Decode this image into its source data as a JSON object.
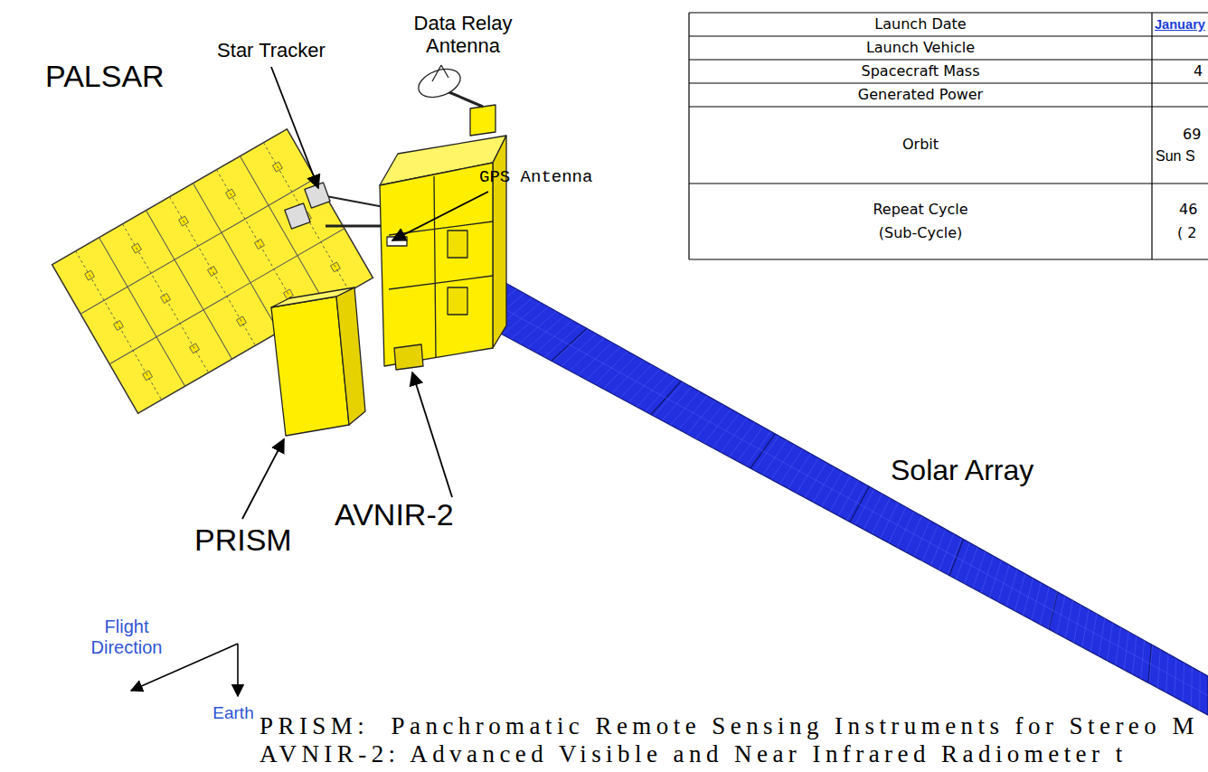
{
  "diagram": {
    "labels": [
      "Star Tracker",
      "Data Relay Antenna",
      "Launch Date",
      "January",
      "Launch Vehicle",
      "Spacecraft Mass",
      "4",
      "Generated Power",
      "Orbit",
      "69",
      "Sun S",
      "Repeat Cycle",
      "(Sub-Cycle)",
      "46",
      "( 2",
      "PALSAR",
      "GPS Antenna",
      "Solar Array",
      "PRISM",
      "AVNIR-2",
      "Flight Direction",
      "Earth",
      "PRISM:  Panchromatic Remote Sensing Instruments for Stereo M",
      "AVNIR-2: Advanced Visible and Near Infrared Radiometer t"
    ]
  }
}
